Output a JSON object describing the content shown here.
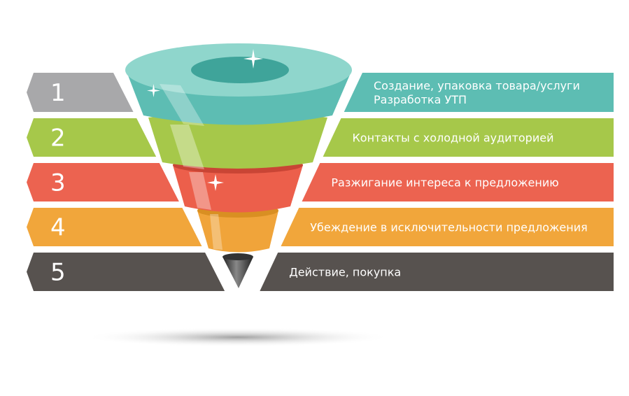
{
  "steps": [
    {
      "number": "1",
      "lines": [
        "Создание, упаковка товара/услуги",
        "Разработка УТП"
      ],
      "left_color": "#a8a8aa",
      "right_color": "#5dbdb3",
      "funnel_color": "#62c3b8"
    },
    {
      "number": "2",
      "lines": [
        "Контакты с холодной аудиторией"
      ],
      "left_color": "#a6c84a",
      "right_color": "#a6c84a",
      "funnel_color": "#a6c84a"
    },
    {
      "number": "3",
      "lines": [
        "Разжигание интереса к предложению"
      ],
      "left_color": "#ec6350",
      "right_color": "#ec6350",
      "funnel_color": "#ec5f4b"
    },
    {
      "number": "4",
      "lines": [
        "Убеждение в исключительности предложения"
      ],
      "left_color": "#f1a63b",
      "right_color": "#f1a63b",
      "funnel_color": "#f0a43a"
    },
    {
      "number": "5",
      "lines": [
        "Действие, покупка"
      ],
      "left_color": "#57524f",
      "right_color": "#57524f",
      "funnel_color": "#444"
    }
  ]
}
